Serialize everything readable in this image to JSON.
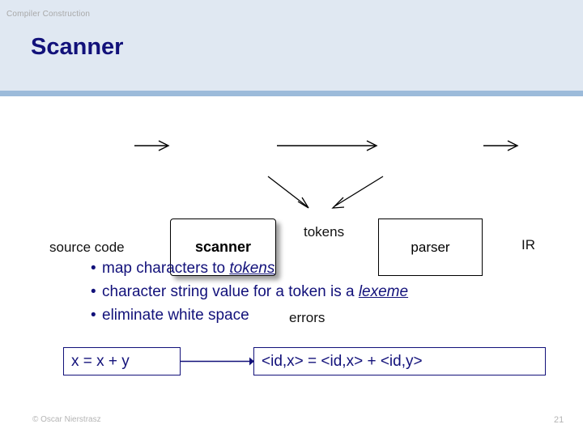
{
  "slide": {
    "kicker": "Compiler Construction",
    "title": "Scanner"
  },
  "diagram": {
    "source_label": "source code",
    "scanner_label": "scanner",
    "tokens_label": "tokens",
    "parser_label": "parser",
    "ir_label": "IR",
    "errors_label": "errors"
  },
  "bullets": [
    {
      "bullet": "•",
      "before": "map characters to ",
      "emphasis": "tokens",
      "after": ""
    },
    {
      "bullet": "•",
      "before": "character string value for a token is a ",
      "emphasis": "lexeme",
      "after": ""
    },
    {
      "bullet": "•",
      "before": "eliminate white space",
      "emphasis": "",
      "after": ""
    }
  ],
  "example": {
    "input": "x = x + y",
    "output": "<id,x> = <id,x> + <id,y>"
  },
  "footer": {
    "credit": "© Oscar Nierstrasz",
    "page_number": "21"
  },
  "colors": {
    "header_bg": "#e0e8f2",
    "header_band": "#9cbbda",
    "title": "#12117a",
    "body_text": "#12117a",
    "footer_text": "#b4b4b4"
  }
}
